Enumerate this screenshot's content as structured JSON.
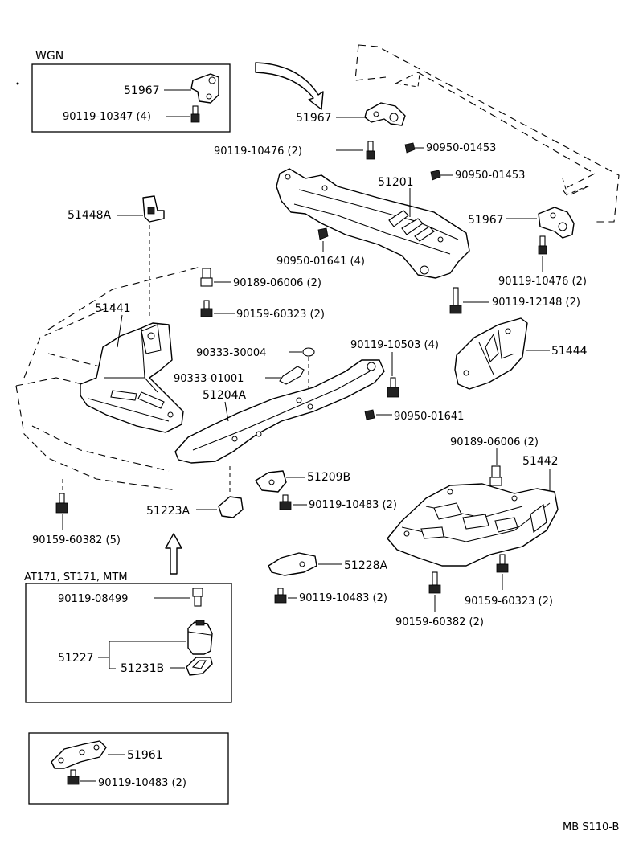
{
  "boxes": {
    "wgn": {
      "title": "WGN",
      "part": "51967",
      "bolt": "90119-10347 (4)"
    },
    "at": {
      "title": "AT171, ST171, MTM",
      "bolt": "90119-08499",
      "part": "51227",
      "subpart": "51231B"
    },
    "bottom": {
      "part": "51961",
      "bolt": "90119-10483 (2)"
    }
  },
  "labels": {
    "p51967_a": "51967",
    "b90119_10476_a": "90119-10476 (2)",
    "p90950_01453_a": "90950-01453",
    "p90950_01453_b": "90950-01453",
    "p51201": "51201",
    "p51448a": "51448A",
    "p51967_b": "51967",
    "p90950_01641_4": "90950-01641 (4)",
    "b90119_10476_b": "90119-10476 (2)",
    "b90189_06006_a": "90189-06006 (2)",
    "b90119_12148": "90119-12148 (2)",
    "p51441": "51441",
    "b90159_60323_a": "90159-60323 (2)",
    "p90333_30004": "90333-30004",
    "b90119_10503": "90119-10503 (4)",
    "p51444": "51444",
    "p90333_01001": "90333-01001",
    "p51204a": "51204A",
    "p90950_01641": "90950-01641",
    "b90189_06006_b": "90189-06006 (2)",
    "p51442": "51442",
    "p51209b": "51209B",
    "b90119_10483_a": "90119-10483 (2)",
    "p51223a": "51223A",
    "b90159_60382_a": "90159-60382 (5)",
    "p51228a": "51228A",
    "b90119_10483_b": "90119-10483 (2)",
    "b90159_60323_b": "90159-60323 (2)",
    "b90159_60382_b": "90159-60382 (2)"
  },
  "figure_code": "MB S110-B"
}
